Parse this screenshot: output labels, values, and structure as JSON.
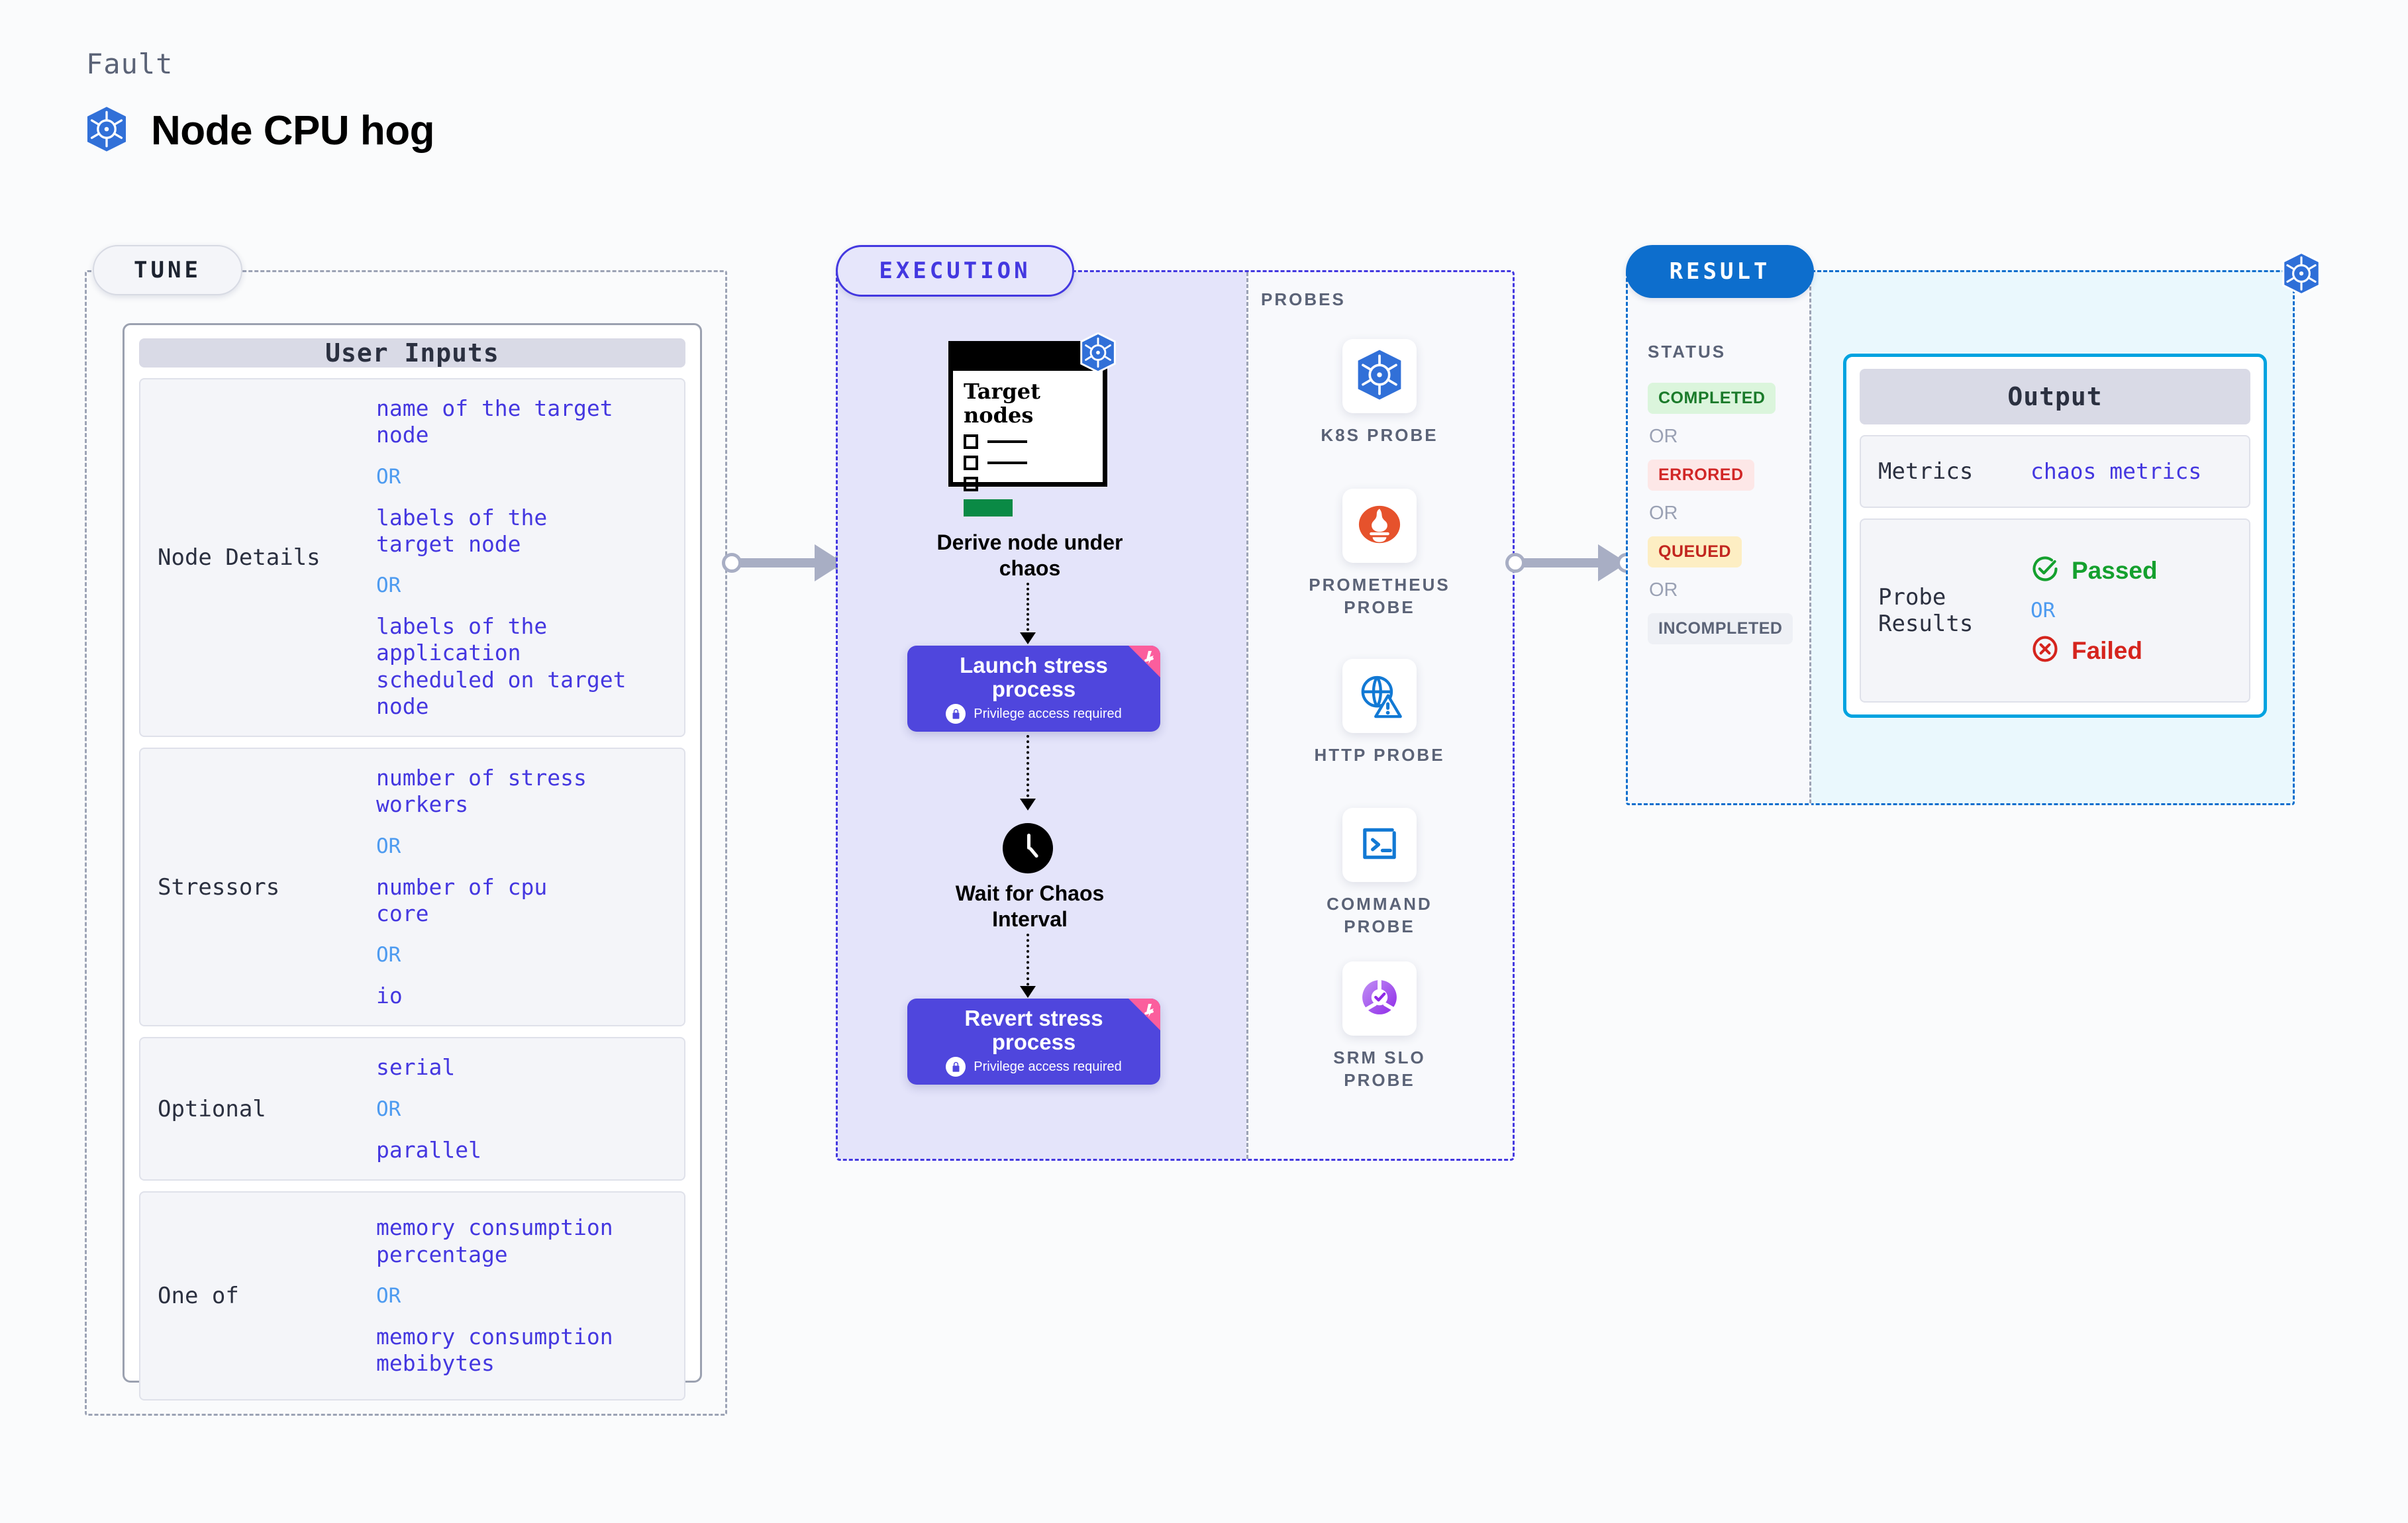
{
  "header": {
    "eyebrow": "Fault",
    "title": "Node CPU hog",
    "logo_icon": "kubernetes-icon"
  },
  "tune": {
    "pill_label": "TUNE",
    "card_header": "User Inputs",
    "rows": [
      {
        "label": "Node Details",
        "values": [
          {
            "type": "value",
            "text": "name of the target\nnode"
          },
          {
            "type": "or",
            "text": "OR"
          },
          {
            "type": "value",
            "text": "labels of the\ntarget node"
          },
          {
            "type": "or",
            "text": "OR"
          },
          {
            "type": "value",
            "text": "labels of the application\n scheduled on target node"
          }
        ]
      },
      {
        "label": "Stressors",
        "values": [
          {
            "type": "value",
            "text": "number of stress\nworkers"
          },
          {
            "type": "or",
            "text": "OR"
          },
          {
            "type": "value",
            "text": "number of cpu\ncore"
          },
          {
            "type": "or",
            "text": "OR"
          },
          {
            "type": "value",
            "text": "io"
          }
        ]
      },
      {
        "label": "Optional",
        "values": [
          {
            "type": "value",
            "text": "serial"
          },
          {
            "type": "or",
            "text": "OR"
          },
          {
            "type": "value",
            "text": "parallel"
          }
        ]
      },
      {
        "label": "One of",
        "values": [
          {
            "type": "value",
            "text": "memory consumption\npercentage"
          },
          {
            "type": "or",
            "text": "OR"
          },
          {
            "type": "value",
            "text": "memory consumption\nmebibytes"
          }
        ]
      }
    ]
  },
  "execution": {
    "pill_label": "EXECUTION",
    "target_card": {
      "title": "Target\nnodes",
      "badge_icon": "kubernetes-icon",
      "checklist_rows": 3
    },
    "steps": [
      {
        "label": "Derive node under\nchaos"
      },
      {
        "label": "Launch stress\nprocess",
        "sub": "Privilege access required",
        "icon": "lock-icon",
        "ribbon": "harness-ribbon-icon"
      },
      {
        "label": "Wait for Chaos\nInterval",
        "icon": "clock-icon"
      },
      {
        "label": "Revert stress\nprocess",
        "sub": "Privilege access required",
        "icon": "lock-icon",
        "ribbon": "harness-ribbon-icon"
      }
    ],
    "probes_title": "PROBES",
    "probes": [
      {
        "label": "K8S PROBE",
        "icon": "kubernetes-icon"
      },
      {
        "label": "PROMETHEUS\nPROBE",
        "icon": "prometheus-icon"
      },
      {
        "label": "HTTP PROBE",
        "icon": "globe-warning-icon"
      },
      {
        "label": "COMMAND\nPROBE",
        "icon": "terminal-icon"
      },
      {
        "label": "SRM SLO\nPROBE",
        "icon": "srm-slo-gauge-icon"
      }
    ]
  },
  "result": {
    "pill_label": "RESULT",
    "status_title": "STATUS",
    "statuses": [
      {
        "type": "badge",
        "text": "COMPLETED",
        "style": "completed"
      },
      {
        "type": "or",
        "text": "OR"
      },
      {
        "type": "badge",
        "text": "ERRORED",
        "style": "errored"
      },
      {
        "type": "or",
        "text": "OR"
      },
      {
        "type": "badge",
        "text": "QUEUED",
        "style": "queued"
      },
      {
        "type": "or",
        "text": "OR"
      },
      {
        "type": "badge",
        "text": "INCOMPLETED",
        "style": "incompleted"
      }
    ],
    "corner_icon": "kubernetes-icon",
    "output": {
      "header": "Output",
      "metrics_label": "Metrics",
      "metrics_value": "chaos metrics",
      "probe_label": "Probe\nResults",
      "passed": "Passed",
      "or": "OR",
      "failed": "Failed"
    }
  },
  "colors": {
    "accent_indigo": "#4338e0",
    "accent_blue": "#0d6ecd",
    "accent_cyan": "#00a3e0",
    "value_text": "#4437e0",
    "or_text": "#4e9bf0",
    "pass_green": "#14a02e",
    "fail_red": "#d5241d",
    "ribbon_pink": "#fb5e9d"
  }
}
